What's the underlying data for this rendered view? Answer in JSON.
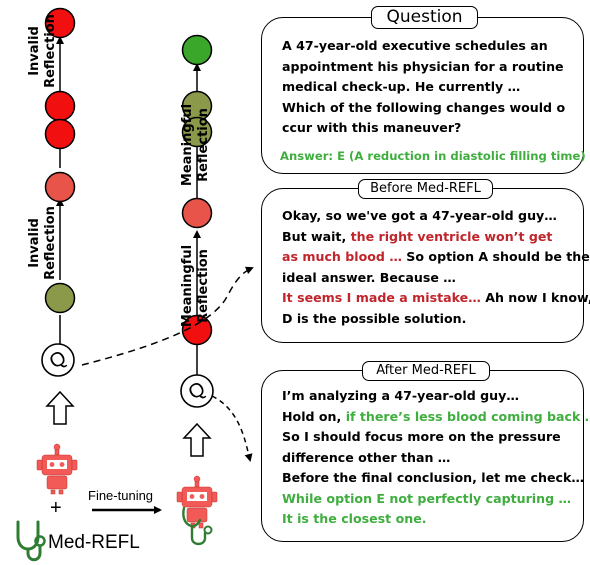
{
  "colors": {
    "red_node": "#f20f0f",
    "salmon_node": "#e8534a",
    "olive_node": "#8a9a4a",
    "green_node": "#3aa62a",
    "red_text": "#c0252b",
    "green_text": "#3fae3f",
    "robot_red": "#f25a57",
    "stethoscope_green": "#2e7d32"
  },
  "icons": [
    "q-node-icon",
    "up-arrow-icon",
    "robot-icon",
    "stethoscope-icon",
    "plus-icon",
    "right-arrow-icon"
  ],
  "left_chain": {
    "reflection_label_top": [
      "Invalid",
      "Reflection"
    ],
    "reflection_label_bottom": [
      "Invalid",
      "Reflection"
    ],
    "q_label": "Q"
  },
  "right_chain": {
    "reflection_label_top": [
      "Meaningful",
      "Reflection"
    ],
    "reflection_label_bottom": [
      "Meaningful",
      "Reflection"
    ],
    "q_label": "Q"
  },
  "bottom": {
    "plus": "+",
    "fine_tuning": "Fine-tuning",
    "med_refl": "Med-REFL"
  },
  "question_box": {
    "title": "Question",
    "lines": [
      "A 47-year-old executive schedules an",
      "appointment his physician for a routine",
      "medical check-up. He currently …",
      "Which of the following changes would o",
      "ccur with this maneuver?"
    ],
    "answer": "Answer:  E (A reduction in diastolic filling time)"
  },
  "before_box": {
    "title": "Before Med-REFL",
    "line1": "Okay, so we've got a 47-year-old guy…",
    "line2_a": "But wait, ",
    "line2_b": "the right ventricle won’t get",
    "line3_a": "as much blood …",
    "line3_b": " So option A should be the",
    "line4": "ideal answer. Because …",
    "line5_a": "It seems I made a mistake…",
    "line5_b": " Ah now I know,",
    "line6": "D is the possible solution."
  },
  "after_box": {
    "title": "After Med-REFL",
    "line1": "I’m analyzing a 47-year-old guy…",
    "line2_a": "Hold on, ",
    "line2_b": "if there’s less blood coming back …",
    "line3": "So I should focus more on the pressure",
    "line4": "difference other than …",
    "line5": "Before the final conclusion, let me check…",
    "line6": "While option E not perfectly capturing …",
    "line7": "It is the closest one."
  }
}
